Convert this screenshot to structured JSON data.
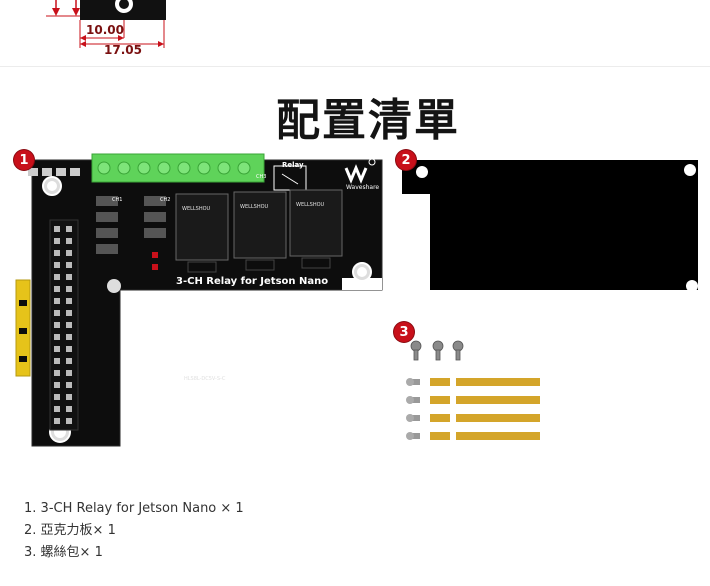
{
  "dimensions": {
    "inner": "10.00",
    "outer": "17.05"
  },
  "section_title": "配置清單",
  "figures": {
    "board": {
      "badge": "1",
      "label": "3-CH Relay for Jetson Nano",
      "relay_title": "Relay",
      "brand": "Waveshare",
      "channels": [
        "CH1",
        "CH2",
        "CH3"
      ],
      "relay_model": "HLS8L-DC5V-S-C"
    },
    "acrylic": {
      "badge": "2"
    },
    "screws": {
      "badge": "3"
    }
  },
  "items": [
    {
      "number": "1.",
      "text": "3-CH Relay for Jetson Nano × 1"
    },
    {
      "number": "2.",
      "text": "亞克力板× 1"
    },
    {
      "number": "3.",
      "text": "螺絲包× 1"
    }
  ],
  "colors": {
    "badge": "#c8101a",
    "pcb": "#0d0d0d",
    "terminal": "#5fd35a",
    "relay": "#1a1a1a",
    "standoff": "#d4a52a"
  }
}
